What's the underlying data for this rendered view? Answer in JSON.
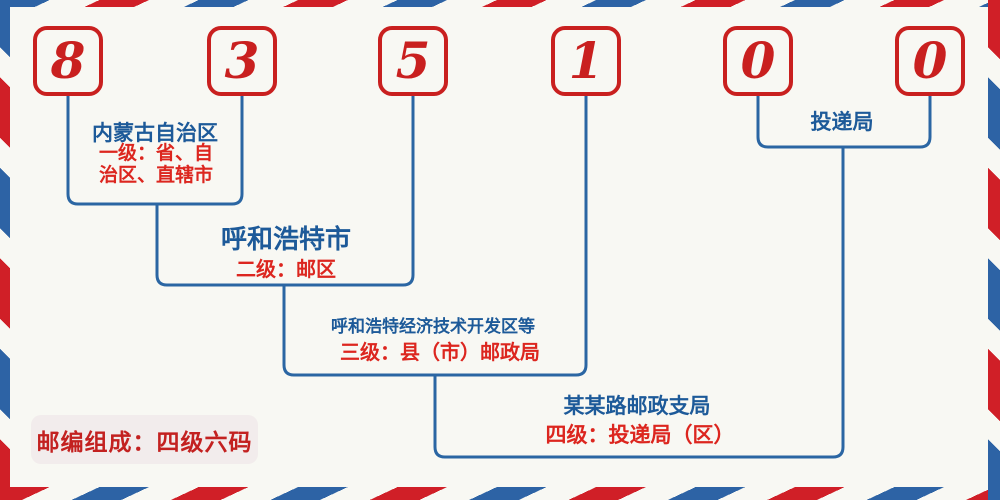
{
  "postal_code": {
    "digits": [
      "8",
      "3",
      "5",
      "1",
      "0",
      "0"
    ]
  },
  "levels": [
    {
      "name": "内蒙古自治区",
      "desc": "一级：省、自\n治区、直辖市"
    },
    {
      "name": "呼和浩特市",
      "desc": "二级：邮区"
    },
    {
      "name": "呼和浩特经济技术开发区等",
      "desc": "三级：县（市）邮政局"
    },
    {
      "name": "某某路邮政支局",
      "desc": "四级：投递局（区）"
    }
  ],
  "delivery_office_label": "投递局",
  "footer_badge": "邮编组成：四级六码",
  "colors": {
    "background": "#f8f8f3",
    "stripe_red": "#d01f27",
    "stripe_blue": "#2d63a5",
    "digit_red": "#c9201f",
    "line_blue": "#2b66a3",
    "name_blue": "#1d5a99",
    "desc_red": "#dc261f",
    "badge_background": "#f2ecec",
    "badge_text": "#c32120"
  }
}
